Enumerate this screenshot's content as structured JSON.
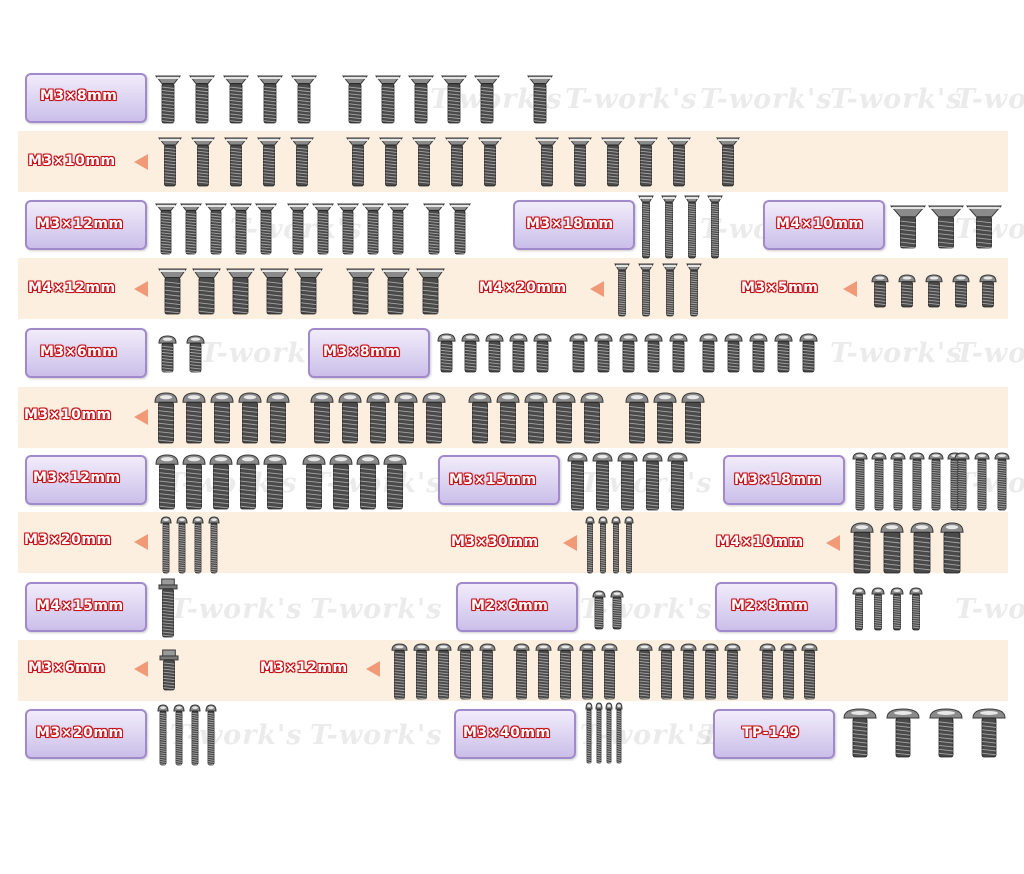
{
  "watermark": "T-work's",
  "colors": {
    "band": "#fdefdf",
    "label_outline": "#c4141b",
    "arrow": "#f09a78",
    "box_border": "#a08acb"
  },
  "labels": {
    "r1": "M3×8mm",
    "r2": "M3×10mm",
    "r3a": "M3×12mm",
    "r3b": "M3×18mm",
    "r3c": "M4×10mm",
    "r4a": "M4×12mm",
    "r4b": "M4×20mm",
    "r4c": "M3×5mm",
    "r5a": "M3×6mm",
    "r5b": "M3×8mm",
    "r6": "M3×10mm",
    "r7a": "M3×12mm",
    "r7b": "M3×15mm",
    "r7c": "M3×18mm",
    "r8a": "M3×20mm",
    "r8b": "M3×30mm",
    "r8c": "M4×10mm",
    "r9a": "M4×15mm",
    "r9b": "M2×6mm",
    "r9c": "M2×8mm",
    "r10a": "M3×6mm",
    "r10b": "M3×12mm",
    "r11a": "M3×20mm",
    "r11b": "M3×40mm",
    "r11c": "TP-149"
  },
  "screw_groups": [
    {
      "id": "r1-g1",
      "type": "flat",
      "count": 5,
      "label": "r1"
    },
    {
      "id": "r1-g2",
      "type": "flat",
      "count": 5,
      "label": "r1"
    },
    {
      "id": "r1-g3",
      "type": "flat",
      "count": 1,
      "label": "r1"
    },
    {
      "id": "r2-g1",
      "type": "flat",
      "count": 5,
      "label": "r2"
    },
    {
      "id": "r2-g2",
      "type": "flat",
      "count": 5,
      "label": "r2"
    },
    {
      "id": "r2-g3",
      "type": "flat",
      "count": 5,
      "label": "r2"
    },
    {
      "id": "r2-g4",
      "type": "flat",
      "count": 1,
      "label": "r2"
    },
    {
      "id": "r3-g1",
      "type": "flat",
      "count": 5,
      "label": "r3a"
    },
    {
      "id": "r3-g2",
      "type": "flat",
      "count": 5,
      "label": "r3a"
    },
    {
      "id": "r3-g3",
      "type": "flat",
      "count": 2,
      "label": "r3a"
    },
    {
      "id": "r3-g4",
      "type": "flat",
      "count": 4,
      "label": "r3b"
    },
    {
      "id": "r3-g5",
      "type": "flat",
      "count": 3,
      "label": "r3c"
    },
    {
      "id": "r4-g1",
      "type": "flat",
      "count": 5,
      "label": "r4a"
    },
    {
      "id": "r4-g2",
      "type": "flat",
      "count": 3,
      "label": "r4a"
    },
    {
      "id": "r4-g3",
      "type": "flat",
      "count": 4,
      "label": "r4b"
    },
    {
      "id": "r4-g4",
      "type": "button",
      "count": 5,
      "label": "r4c"
    },
    {
      "id": "r5-g1",
      "type": "button",
      "count": 2,
      "label": "r5a"
    },
    {
      "id": "r5-g2",
      "type": "button",
      "count": 5,
      "label": "r5b"
    },
    {
      "id": "r5-g3",
      "type": "button",
      "count": 5,
      "label": "r5b"
    },
    {
      "id": "r5-g4",
      "type": "button",
      "count": 5,
      "label": "r5b"
    },
    {
      "id": "r6-g1",
      "type": "button",
      "count": 5,
      "label": "r6"
    },
    {
      "id": "r6-g2",
      "type": "button",
      "count": 5,
      "label": "r6"
    },
    {
      "id": "r6-g3",
      "type": "button",
      "count": 5,
      "label": "r6"
    },
    {
      "id": "r6-g4",
      "type": "button",
      "count": 3,
      "label": "r6"
    },
    {
      "id": "r7-g1",
      "type": "button",
      "count": 5,
      "label": "r7a"
    },
    {
      "id": "r7-g2",
      "type": "button",
      "count": 4,
      "label": "r7a"
    },
    {
      "id": "r7-g3",
      "type": "button",
      "count": 5,
      "label": "r7b"
    },
    {
      "id": "r7-g4",
      "type": "button",
      "count": 6,
      "label": "r7c"
    },
    {
      "id": "r7-g5",
      "type": "button",
      "count": 3,
      "label": "r7c"
    },
    {
      "id": "r8-g1",
      "type": "button",
      "count": 4,
      "label": "r8a"
    },
    {
      "id": "r8-g2",
      "type": "button",
      "count": 4,
      "label": "r8b"
    },
    {
      "id": "r8-g3",
      "type": "button",
      "count": 4,
      "label": "r8c"
    },
    {
      "id": "r9-g1",
      "type": "flange",
      "count": 1,
      "label": "r9a"
    },
    {
      "id": "r9-g2",
      "type": "button",
      "count": 2,
      "label": "r9b"
    },
    {
      "id": "r9-g3",
      "type": "button",
      "count": 4,
      "label": "r9c"
    },
    {
      "id": "r10-g1",
      "type": "flange",
      "count": 1,
      "label": "r10a"
    },
    {
      "id": "r10-g2",
      "type": "button",
      "count": 5,
      "label": "r10b"
    },
    {
      "id": "r10-g3",
      "type": "button",
      "count": 5,
      "label": "r10b"
    },
    {
      "id": "r10-g4",
      "type": "button",
      "count": 5,
      "label": "r10b"
    },
    {
      "id": "r10-g5",
      "type": "button",
      "count": 3,
      "label": "r10b"
    },
    {
      "id": "r11-g1",
      "type": "button",
      "count": 4,
      "label": "r11a"
    },
    {
      "id": "r11-g2",
      "type": "button",
      "count": 4,
      "label": "r11b"
    },
    {
      "id": "r11-g3",
      "type": "truss",
      "count": 4,
      "label": "r11c"
    }
  ]
}
